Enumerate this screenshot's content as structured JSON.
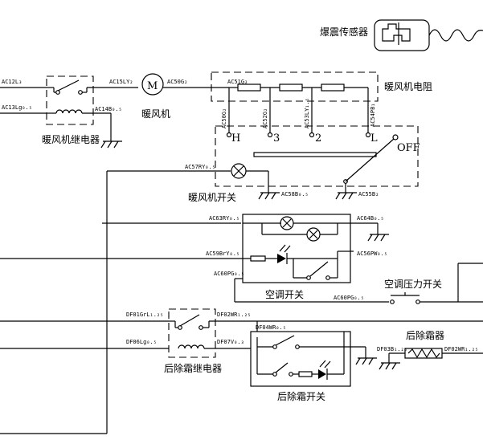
{
  "components": {
    "knock_sensor": "爆震传感器",
    "blower_relay": "暖风机继电器",
    "blower_motor": "暖风机",
    "motor_symbol": "M",
    "blower_resistor": "暖风机电阻",
    "blower_switch": "暖风机开关",
    "ac_switch": "空调开关",
    "ac_pressure_switch": "空调压力开关",
    "defrost_relay": "后除霜继电器",
    "defrost_switch": "后除霜开关",
    "defroster": "后除霜器"
  },
  "switch_positions": {
    "h": "H",
    "p3": "3",
    "p2": "2",
    "l": "L",
    "off": "OFF"
  },
  "wires": {
    "ac12l": "AC12L₃",
    "ac13lg": "AC13Lg₀.₅",
    "ac14b": "AC14B₀.₅",
    "ac15ly": "AC15LY₂",
    "ac50g": "AC50G₂",
    "ac51g": "AC51G₂",
    "ac50g_v": "AC50G₂",
    "ac52g": "AC52G₂",
    "ac53ly": "AC53LY₁.₅",
    "ac54pb": "AC54PB₁",
    "ac57ry": "AC57RY₀.₅",
    "ac58b": "AC58B₀.₅",
    "ac55b": "AC55B₂",
    "ac63ry": "AC63RY₀.₅",
    "ac64b": "AC64B₀.₅",
    "ac59bry": "AC59BrY₀.₅",
    "ac56pw": "AC56PW₀.₅",
    "ac60pg_a": "AC60PG₀.₅",
    "ac60pg_b": "AC60PG₀.₅",
    "df01grl": "DF01GrL₁.₂₅",
    "df02wr_a": "DF02WR₁.₂₅",
    "df06lg": "DF06Lg₀.₅",
    "df07v": "DF07V₀.₃",
    "df04wr": "DF04WR₀.₅",
    "df03b": "DF03B₁.₂₅",
    "df02wr_b": "DF02WR₁.₂₅"
  }
}
